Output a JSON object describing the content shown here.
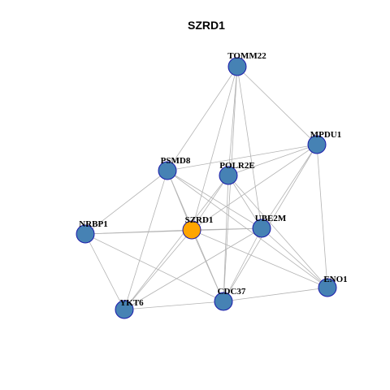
{
  "title": "SZRD1",
  "colors": {
    "node_fill": "#4682b4",
    "node_stroke": "#1a1aaa",
    "focus_fill": "#ffa500",
    "focus_stroke": "#1a1aaa",
    "edge": "#b3b3b3"
  },
  "network": {
    "focus": "SZRD1",
    "nodes": [
      {
        "id": "TOMM22"
      },
      {
        "id": "MPDU1"
      },
      {
        "id": "PSMD8"
      },
      {
        "id": "POLR2E"
      },
      {
        "id": "NRBP1"
      },
      {
        "id": "SZRD1"
      },
      {
        "id": "UBE2M"
      },
      {
        "id": "ENO1"
      },
      {
        "id": "CDC37"
      },
      {
        "id": "YKT6"
      }
    ],
    "edges": [
      [
        "TOMM22",
        "PSMD8"
      ],
      [
        "TOMM22",
        "POLR2E"
      ],
      [
        "TOMM22",
        "MPDU1"
      ],
      [
        "TOMM22",
        "SZRD1"
      ],
      [
        "TOMM22",
        "UBE2M"
      ],
      [
        "TOMM22",
        "CDC37"
      ],
      [
        "MPDU1",
        "PSMD8"
      ],
      [
        "MPDU1",
        "POLR2E"
      ],
      [
        "MPDU1",
        "SZRD1"
      ],
      [
        "MPDU1",
        "UBE2M"
      ],
      [
        "MPDU1",
        "ENO1"
      ],
      [
        "MPDU1",
        "CDC37"
      ],
      [
        "PSMD8",
        "NRBP1"
      ],
      [
        "PSMD8",
        "SZRD1"
      ],
      [
        "PSMD8",
        "UBE2M"
      ],
      [
        "PSMD8",
        "ENO1"
      ],
      [
        "PSMD8",
        "CDC37"
      ],
      [
        "PSMD8",
        "YKT6"
      ],
      [
        "POLR2E",
        "SZRD1"
      ],
      [
        "POLR2E",
        "UBE2M"
      ],
      [
        "POLR2E",
        "ENO1"
      ],
      [
        "POLR2E",
        "CDC37"
      ],
      [
        "POLR2E",
        "YKT6"
      ],
      [
        "NRBP1",
        "SZRD1"
      ],
      [
        "NRBP1",
        "UBE2M"
      ],
      [
        "NRBP1",
        "CDC37"
      ],
      [
        "NRBP1",
        "YKT6"
      ],
      [
        "SZRD1",
        "UBE2M"
      ],
      [
        "SZRD1",
        "ENO1"
      ],
      [
        "SZRD1",
        "CDC37"
      ],
      [
        "SZRD1",
        "YKT6"
      ],
      [
        "UBE2M",
        "ENO1"
      ],
      [
        "UBE2M",
        "CDC37"
      ],
      [
        "UBE2M",
        "YKT6"
      ],
      [
        "ENO1",
        "CDC37"
      ],
      [
        "CDC37",
        "YKT6"
      ]
    ]
  }
}
